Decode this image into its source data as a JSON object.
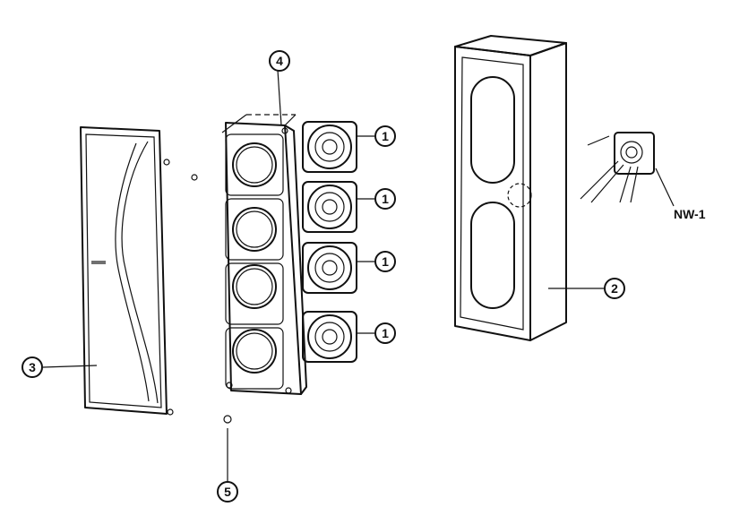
{
  "callouts": {
    "driver_1": "1",
    "cabinet_2": "2",
    "grille_3": "3",
    "baffle_4": "4",
    "screw_5": "5"
  },
  "labels": {
    "network": "NW-1"
  }
}
